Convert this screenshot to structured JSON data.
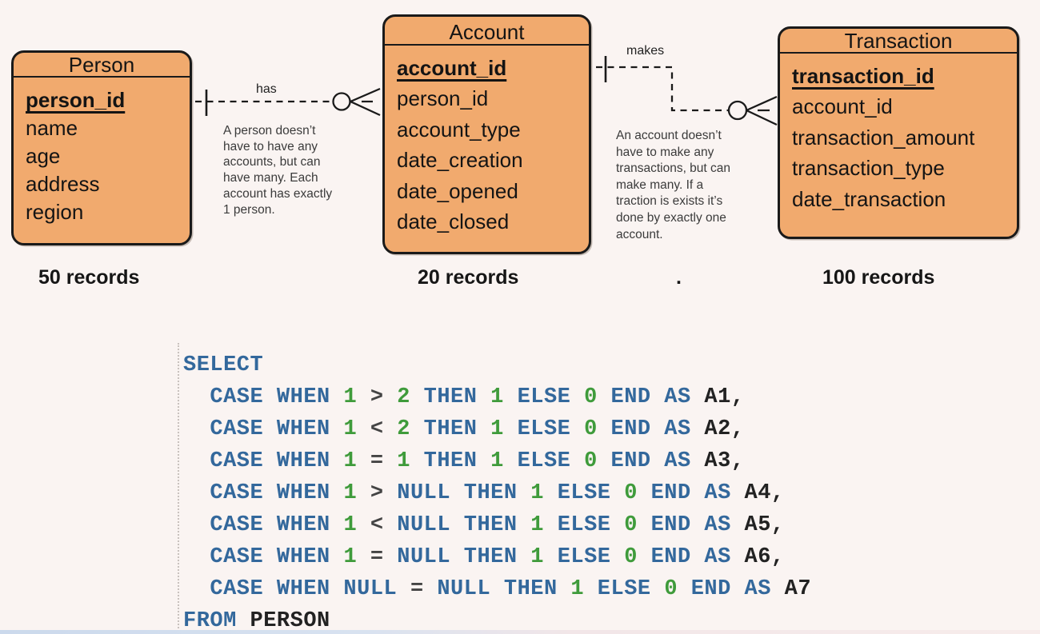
{
  "palette": {
    "background": "#FAF4F2",
    "entity_fill": "#F1AA6E",
    "entity_border": "#1A1A1A",
    "line_color": "#1A1A1A",
    "note_text": "#3B3B3B",
    "sql_keyword": "#33689C",
    "sql_number": "#3F9B3B",
    "sql_operator": "#444444",
    "sql_identifier": "#222222"
  },
  "diagram": {
    "entities": [
      {
        "name": "Person",
        "pk": "person_id",
        "attributes": [
          "name",
          "age",
          "address",
          "region"
        ],
        "records": "50 records"
      },
      {
        "name": "Account",
        "pk": "account_id",
        "attributes": [
          "person_id",
          "account_type",
          "date_creation",
          "date_opened",
          "date_closed"
        ],
        "records": "20 records"
      },
      {
        "name": "Transaction",
        "pk": "transaction_id",
        "attributes": [
          "account_id",
          "transaction_amount",
          "transaction_type",
          "date_transaction"
        ],
        "records": "100 records"
      }
    ],
    "relationships": [
      {
        "label": "has",
        "cardinality": "one to zero-or-many",
        "note_lines": [
          "A person doesn’t",
          "have to have any",
          "accounts, but can",
          "have many. Each",
          "account has exactly",
          "1 person."
        ]
      },
      {
        "label": "makes",
        "cardinality": "one to zero-or-many",
        "note_lines": [
          "An account doesn’t",
          "have to make any",
          "transactions, but can",
          "make many. If a",
          "traction is exists it’s",
          "done by exactly one",
          "account."
        ]
      }
    ],
    "stray_dot": "."
  },
  "sql": {
    "lines": [
      [
        [
          "SELECT",
          "k"
        ]
      ],
      [
        [
          "  CASE WHEN ",
          "k"
        ],
        [
          "1 ",
          "n"
        ],
        [
          "> ",
          "o"
        ],
        [
          "2 ",
          "n"
        ],
        [
          "THEN ",
          "k"
        ],
        [
          "1 ",
          "n"
        ],
        [
          "ELSE ",
          "k"
        ],
        [
          "0 ",
          "n"
        ],
        [
          "END AS ",
          "k"
        ],
        [
          "A1,",
          "i"
        ]
      ],
      [
        [
          "  CASE WHEN ",
          "k"
        ],
        [
          "1 ",
          "n"
        ],
        [
          "< ",
          "o"
        ],
        [
          "2 ",
          "n"
        ],
        [
          "THEN ",
          "k"
        ],
        [
          "1 ",
          "n"
        ],
        [
          "ELSE ",
          "k"
        ],
        [
          "0 ",
          "n"
        ],
        [
          "END AS ",
          "k"
        ],
        [
          "A2,",
          "i"
        ]
      ],
      [
        [
          "  CASE WHEN ",
          "k"
        ],
        [
          "1 ",
          "n"
        ],
        [
          "= ",
          "o"
        ],
        [
          "1 ",
          "n"
        ],
        [
          "THEN ",
          "k"
        ],
        [
          "1 ",
          "n"
        ],
        [
          "ELSE ",
          "k"
        ],
        [
          "0 ",
          "n"
        ],
        [
          "END AS ",
          "k"
        ],
        [
          "A3,",
          "i"
        ]
      ],
      [
        [
          "  CASE WHEN ",
          "k"
        ],
        [
          "1 ",
          "n"
        ],
        [
          "> ",
          "o"
        ],
        [
          "NULL THEN ",
          "k"
        ],
        [
          "1 ",
          "n"
        ],
        [
          "ELSE ",
          "k"
        ],
        [
          "0 ",
          "n"
        ],
        [
          "END AS ",
          "k"
        ],
        [
          "A4,",
          "i"
        ]
      ],
      [
        [
          "  CASE WHEN ",
          "k"
        ],
        [
          "1 ",
          "n"
        ],
        [
          "< ",
          "o"
        ],
        [
          "NULL THEN ",
          "k"
        ],
        [
          "1 ",
          "n"
        ],
        [
          "ELSE ",
          "k"
        ],
        [
          "0 ",
          "n"
        ],
        [
          "END AS ",
          "k"
        ],
        [
          "A5,",
          "i"
        ]
      ],
      [
        [
          "  CASE WHEN ",
          "k"
        ],
        [
          "1 ",
          "n"
        ],
        [
          "= ",
          "o"
        ],
        [
          "NULL THEN ",
          "k"
        ],
        [
          "1 ",
          "n"
        ],
        [
          "ELSE ",
          "k"
        ],
        [
          "0 ",
          "n"
        ],
        [
          "END AS ",
          "k"
        ],
        [
          "A6,",
          "i"
        ]
      ],
      [
        [
          "  CASE WHEN NULL ",
          "k"
        ],
        [
          "= ",
          "o"
        ],
        [
          "NULL THEN ",
          "k"
        ],
        [
          "1 ",
          "n"
        ],
        [
          "ELSE ",
          "k"
        ],
        [
          "0 ",
          "n"
        ],
        [
          "END AS ",
          "k"
        ],
        [
          "A7",
          "i"
        ]
      ],
      [
        [
          "FROM ",
          "k"
        ],
        [
          "PERSON",
          "i"
        ]
      ]
    ]
  }
}
